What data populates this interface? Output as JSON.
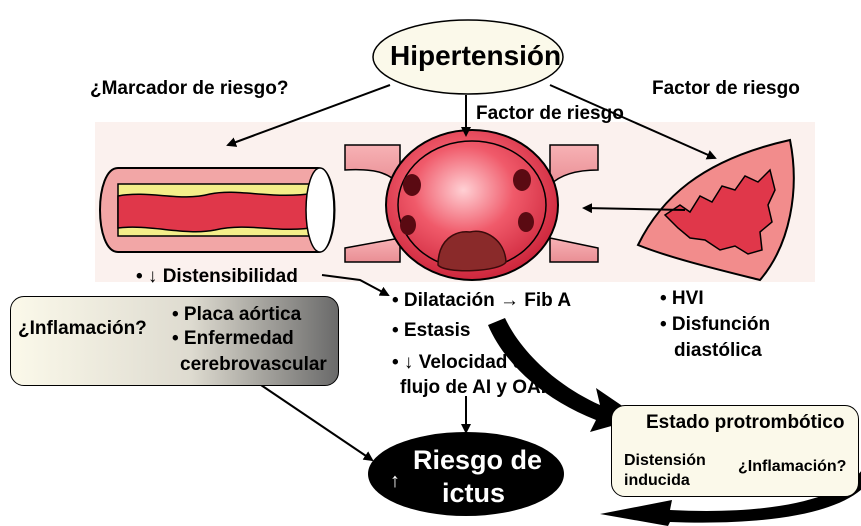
{
  "top_node": {
    "label": "Hipertensión"
  },
  "left_branch": {
    "label": "¿Marcador de riesgo?"
  },
  "center_branch": {
    "label": "Factor de riesgo"
  },
  "right_branch": {
    "label": "Factor de riesgo"
  },
  "artery_effects": {
    "item1": "• ↓ Distensibilidad"
  },
  "atrium_effects": {
    "item1": "• Dilatación → Fib A",
    "item2": "• Estasis",
    "item3_line1": "• ↓ Velocidad de",
    "item3_line2": "flujo de AI y OAI"
  },
  "ventricle_effects": {
    "item1": "• HVI",
    "item2_line1": "• Disfunción",
    "item2_line2": "diastólica"
  },
  "inflammation_box": {
    "question": "¿Inflamación?",
    "item1": "• Placa aórtica",
    "item2": "• Enfermedad",
    "item2_cont": "cerebrovascular"
  },
  "prothrombotic_box": {
    "title": "Estado protrombótico",
    "left_line1": "Distensión",
    "left_line2": "inducida",
    "right": "¿Inflamación?"
  },
  "outcome": {
    "arrow": "↑",
    "line1": "Riesgo de",
    "line2": "ictus"
  },
  "colors": {
    "vessel_pink": "#f2a6a6",
    "vessel_red": "#e0374a",
    "plaque_yellow": "#f4ee8a",
    "atrium_red": "#e8384e",
    "ventricle_pink": "#f28c8c",
    "thrombus": "#8a2a2a",
    "image_band": "#fbf1ee",
    "box_fill": "#fbf9ea",
    "outcome_fill": "#000000"
  }
}
